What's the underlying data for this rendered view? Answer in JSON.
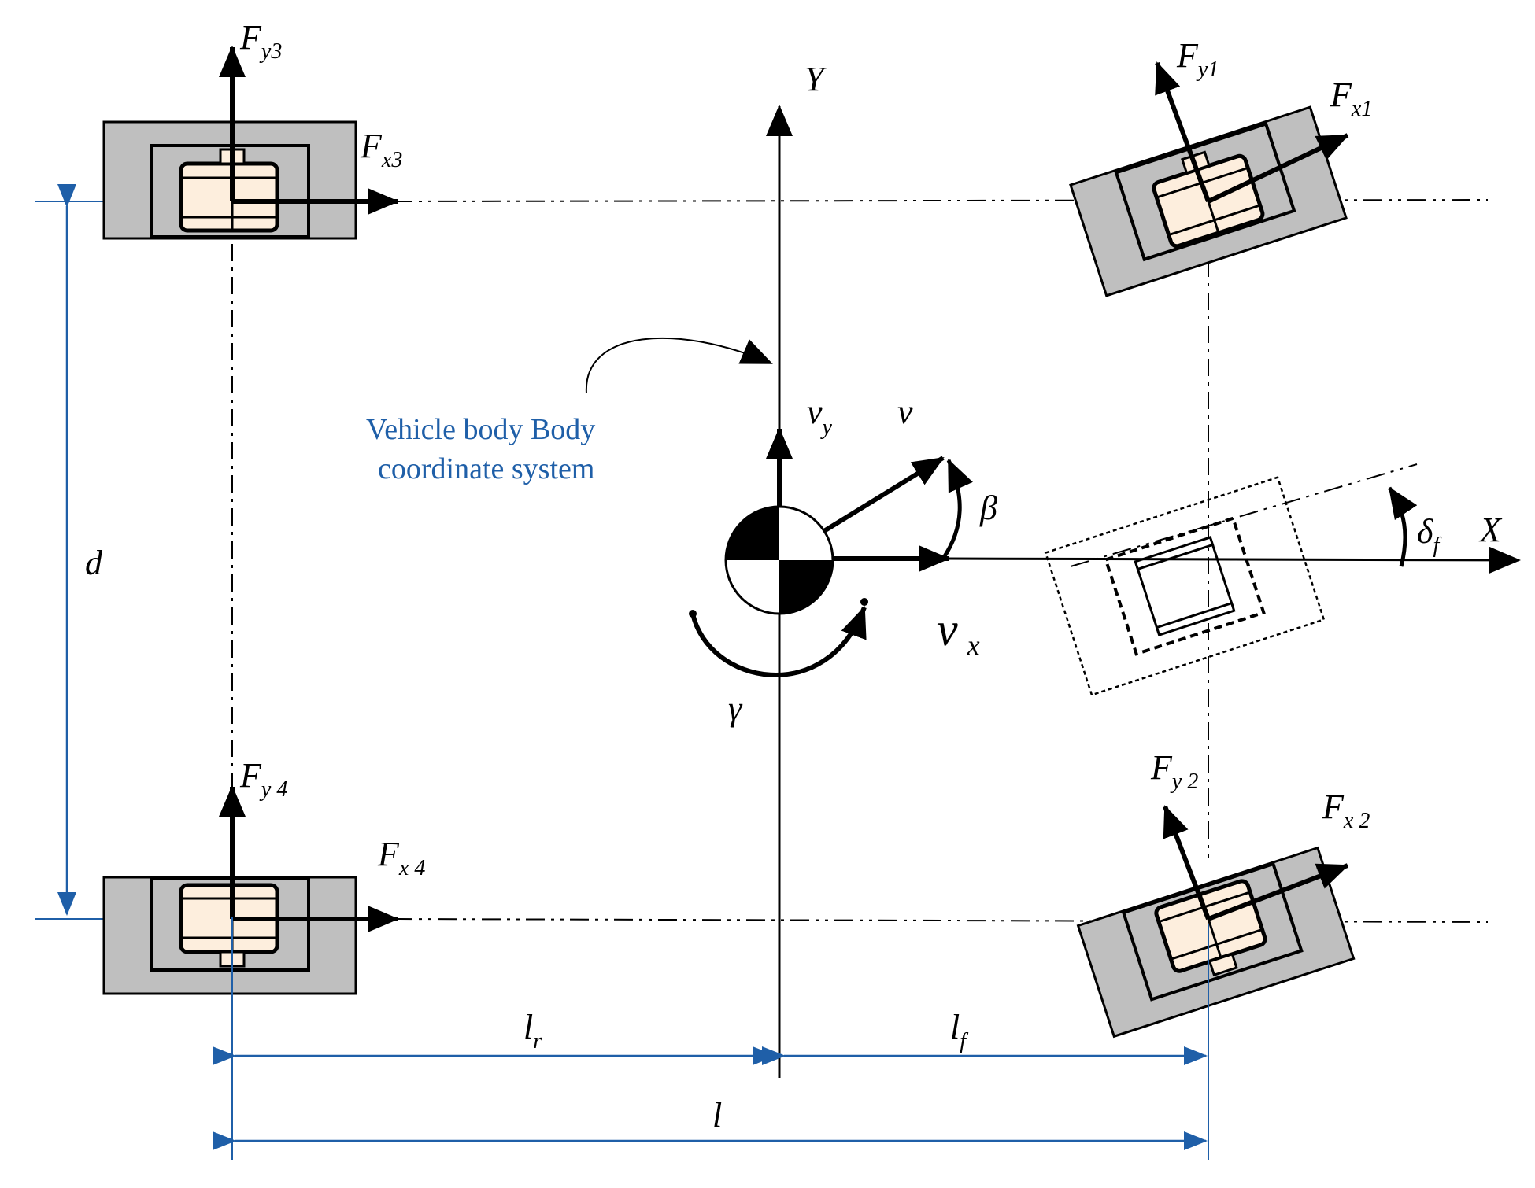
{
  "caption": {
    "line1": "Vehicle body Body",
    "line2": "coordinate system"
  },
  "axes": {
    "x": "X",
    "y": "Y"
  },
  "forces": {
    "fy1": {
      "main": "F",
      "sub": "y1"
    },
    "fx1": {
      "main": "F",
      "sub": "x1"
    },
    "fy2": {
      "main": "F",
      "sub": "y 2"
    },
    "fx2": {
      "main": "F",
      "sub": "x 2"
    },
    "fy3": {
      "main": "F",
      "sub": "y3"
    },
    "fx3": {
      "main": "F",
      "sub": "x3"
    },
    "fy4": {
      "main": "F",
      "sub": "y 4"
    },
    "fx4": {
      "main": "F",
      "sub": "x 4"
    }
  },
  "velocities": {
    "vy": {
      "main": "v",
      "sub": "y"
    },
    "v": "v",
    "vx": {
      "main": "v",
      "sub": "x"
    }
  },
  "angles": {
    "beta": "β",
    "gamma": "γ",
    "delta": {
      "main": "δ",
      "sub": "f"
    }
  },
  "dimensions": {
    "d": "d",
    "lr": {
      "main": "l",
      "sub": "r"
    },
    "lf": {
      "main": "l",
      "sub": "f"
    },
    "l": "l"
  },
  "colors": {
    "dimension": "#1f5fa8",
    "wheel_body": "#bfbfbf",
    "tire": "#fdeedd"
  }
}
